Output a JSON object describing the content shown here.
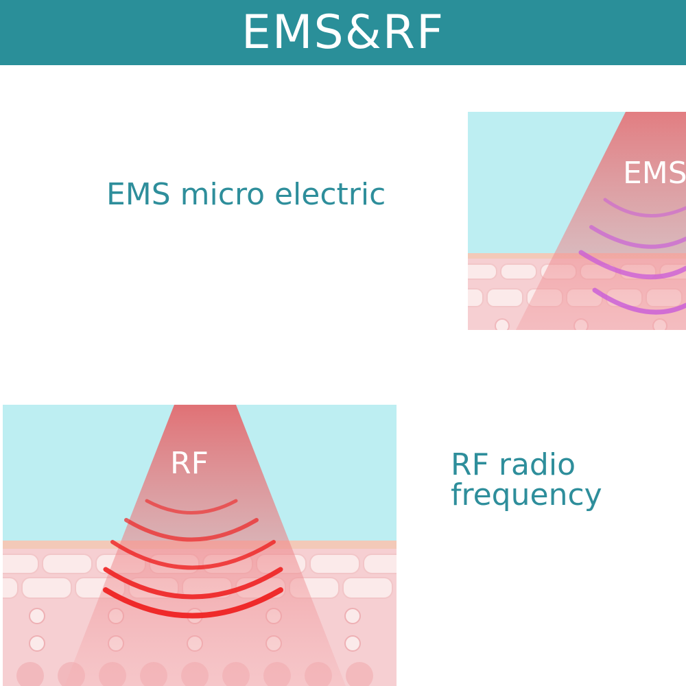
{
  "header": {
    "title": "EMS&RF"
  },
  "ems_section": {
    "caption": "EMS micro electric",
    "diagram_label": "EMS"
  },
  "rf_section": {
    "caption_line1": "RF radio",
    "caption_line2": "frequency",
    "diagram_label": "RF"
  },
  "colors": {
    "header_bg": "#2a8f99",
    "caption_text": "#2e8e9b",
    "sky": "#bdeef2",
    "skin": "#f6c9cc",
    "beam": "#e86a6e",
    "ems_wave": "#c85ad8",
    "rf_wave": "#ee2222"
  }
}
